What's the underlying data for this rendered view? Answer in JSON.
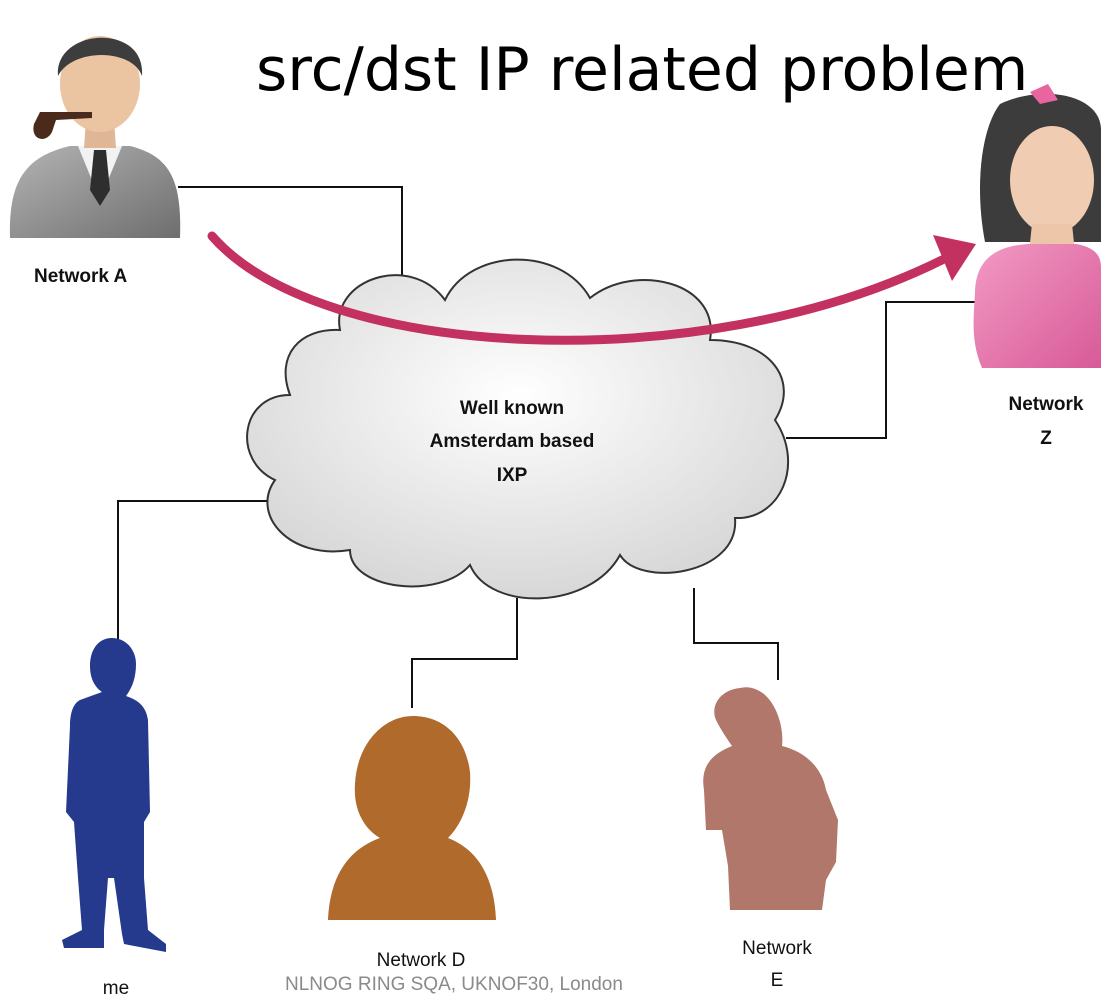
{
  "title": "src/dst IP related problem",
  "cloud": {
    "line1": "Well known",
    "line2": "Amsterdam based",
    "line3": "IXP"
  },
  "nodes": {
    "network_a": "Network A",
    "network_z_line1": "Network",
    "network_z_line2": "Z",
    "me": "me",
    "network_d": "Network D",
    "network_e_line1": "Network",
    "network_e_line2": "E"
  },
  "footer": "NLNOG RING SQA, UKNOF30, London",
  "colors": {
    "arrow": "#c2315f",
    "cloud_fill": "#e9e9e9",
    "me": "#253a8c",
    "network_d": "#b06a2b",
    "network_e": "#b0776a",
    "network_z_shirt": "#e87ab0"
  }
}
